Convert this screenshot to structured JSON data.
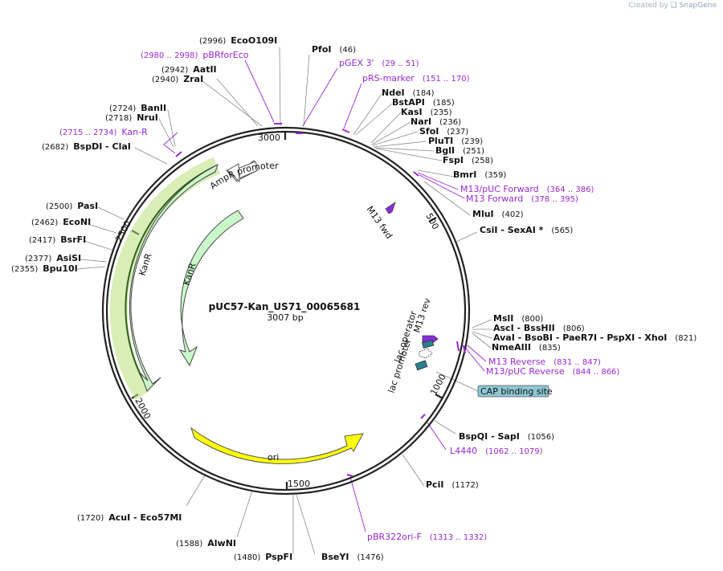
{
  "credit": {
    "prefix": "Created by",
    "brand": "SnapGene"
  },
  "plasmid": {
    "name": "pUC57-Kan_US71_00065681",
    "size_label": "3007 bp",
    "length": 3007
  },
  "colors": {
    "backbone": "#222222",
    "enzyme_line": "#888888",
    "primer": "#9b27d8",
    "kanr": "#c9f7c9",
    "kanr_highlight": "#b8e07a",
    "ampr_promoter": "#ffffff",
    "ori": "#ffff00",
    "lac_operator": "#ffffff",
    "lac_promoter": "#2c7f92",
    "cap_site": "#8dc7d3",
    "m13": "#8a2be2"
  },
  "ticks": [
    {
      "label": "500",
      "pos": 500
    },
    {
      "label": "1000",
      "pos": 1000
    },
    {
      "label": "1500",
      "pos": 1500
    },
    {
      "label": "2000",
      "pos": 2000
    },
    {
      "label": "2500",
      "pos": 2500
    },
    {
      "label": "3000",
      "pos": 3000
    }
  ],
  "enzymes": [
    {
      "name": "EcoO109I",
      "num": "(2996)"
    },
    {
      "name": "PfoI",
      "num": "(46)"
    },
    {
      "name": "AatII",
      "num": "(2942)"
    },
    {
      "name": "ZraI",
      "num": "(2940)"
    },
    {
      "name": "NdeI",
      "num": "(184)"
    },
    {
      "name": "BstAPI",
      "num": "(185)"
    },
    {
      "name": "KasI",
      "num": "(235)"
    },
    {
      "name": "NarI",
      "num": "(236)"
    },
    {
      "name": "SfoI",
      "num": "(237)"
    },
    {
      "name": "PluTI",
      "num": "(239)"
    },
    {
      "name": "BglI",
      "num": "(251)"
    },
    {
      "name": "FspI",
      "num": "(258)"
    },
    {
      "name": "BanII",
      "num": "(2724)"
    },
    {
      "name": "NruI",
      "num": "(2718)"
    },
    {
      "name": "BspDI  - ClaI",
      "num": "(2682)"
    },
    {
      "name": "BmrI",
      "num": "(359)"
    },
    {
      "name": "MluI",
      "num": "(402)"
    },
    {
      "name": "CsiI  - SexAI *",
      "num": "(565)"
    },
    {
      "name": "PasI",
      "num": "(2500)"
    },
    {
      "name": "EcoNI",
      "num": "(2462)"
    },
    {
      "name": "BsrFI",
      "num": "(2417)"
    },
    {
      "name": "AsiSI",
      "num": "(2377)"
    },
    {
      "name": "Bpu10I",
      "num": "(2355)"
    },
    {
      "name": "MslI",
      "num": "(800)"
    },
    {
      "name": "AscI  - BssHII",
      "num": "(806)"
    },
    {
      "name": "AvaI  - BsoBI  - PaeR7I  - PspXI  - XhoI",
      "num": "(821)"
    },
    {
      "name": "NmeAIII",
      "num": "(835)"
    },
    {
      "name": "BspQI  - SapI",
      "num": "(1056)"
    },
    {
      "name": "PciI",
      "num": "(1172)"
    },
    {
      "name": "AcuI  - Eco57MI",
      "num": "(1720)"
    },
    {
      "name": "AlwNI",
      "num": "(1588)"
    },
    {
      "name": "PspFI",
      "num": "(1480)"
    },
    {
      "name": "BseYI",
      "num": "(1476)"
    }
  ],
  "primers": [
    {
      "name": "pBRforEco",
      "range": "(2980 .. 2998)"
    },
    {
      "name": "pGEX 3'",
      "range": "(29 .. 51)"
    },
    {
      "name": "pRS-marker",
      "range": "(151 .. 170)"
    },
    {
      "name": "Kan-R",
      "range": "(2715 .. 2734)"
    },
    {
      "name": "M13/pUC Forward",
      "range": "(364 .. 386)"
    },
    {
      "name": "M13 Forward",
      "range": "(378 .. 395)"
    },
    {
      "name": "M13 Reverse",
      "range": "(831 .. 847)"
    },
    {
      "name": "M13/pUC Reverse",
      "range": "(844 .. 866)"
    },
    {
      "name": "L4440",
      "range": "(1062 .. 1079)"
    },
    {
      "name": "pBR322ori-F",
      "range": "(1313 .. 1332)"
    }
  ],
  "features": {
    "ampr_promoter": "AmpR promoter",
    "kanr_outer": "KanR",
    "kanr_inner": "KanR",
    "ori": "ori",
    "m13_fwd": "M13 fwd",
    "m13_rev": "M13 rev",
    "lac_operator": "lac operator",
    "lac_promoter": "lac promoter",
    "cap_site": "CAP binding site"
  }
}
